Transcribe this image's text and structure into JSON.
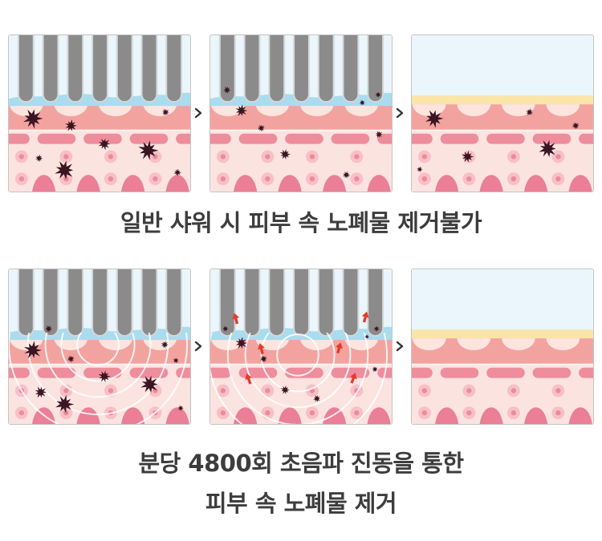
{
  "captions": {
    "row1": [
      "일반 샤워 시 피부 속 노폐물 제거불가"
    ],
    "row2": [
      "분당 4800회 초음파 진동을 통한",
      "피부 속 노폐물 제거"
    ]
  },
  "icons": {
    "between_panels": "chevron-right-icon",
    "impurity": "impurity-particle",
    "rising": "rising-arrow-icon"
  },
  "palette": {
    "sky": "#eaf6fb",
    "comb": "#8b8b8b",
    "comb_edge": "#d3d7d9",
    "water": "#a9dcee",
    "sebum": "#fbe4a8",
    "skin": "#f3a39f",
    "skin_bump": "#fde4df",
    "divider": "#fff3f1",
    "lower": "#fbe3e0",
    "bar": "#ee8d9c",
    "cell": "#f7c0c6",
    "cell_dot": "#ec8b9a",
    "hump": "#ea7f96",
    "impurity": "#3a1522",
    "ring": "#ffffff",
    "arrow": "#e63a2e",
    "chevron": "#333333",
    "text": "#3d3d3d"
  }
}
